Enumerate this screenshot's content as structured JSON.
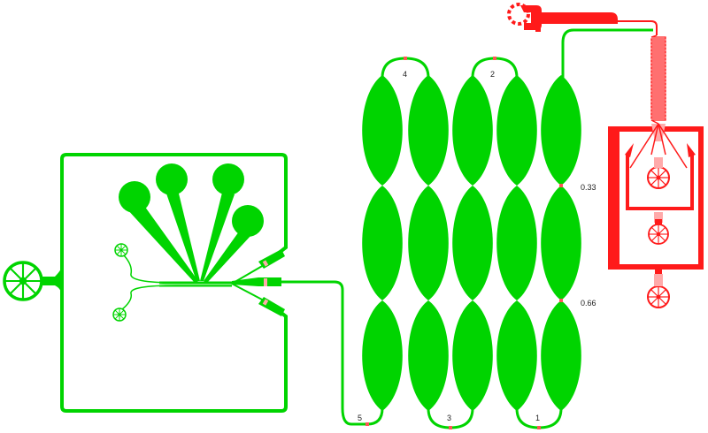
{
  "colors": {
    "flow_layer": "#00d400",
    "control_layer": "#ff1a1a",
    "valve": "#ff5555",
    "valve_light": "#ffaaaa",
    "background": "#ffffff"
  },
  "icons": {
    "port": "port-wheel-icon",
    "reservoir": "reservoir-circle-icon",
    "chamber": "serpentine-chamber-icon",
    "mixer": "serpentine-mixer-icon"
  },
  "labels": {
    "turn_4": "4",
    "turn_2": "2",
    "turn_5": "5",
    "turn_3": "3",
    "turn_1": "1",
    "ratio_033": "0.33",
    "ratio_066": "0.66"
  }
}
